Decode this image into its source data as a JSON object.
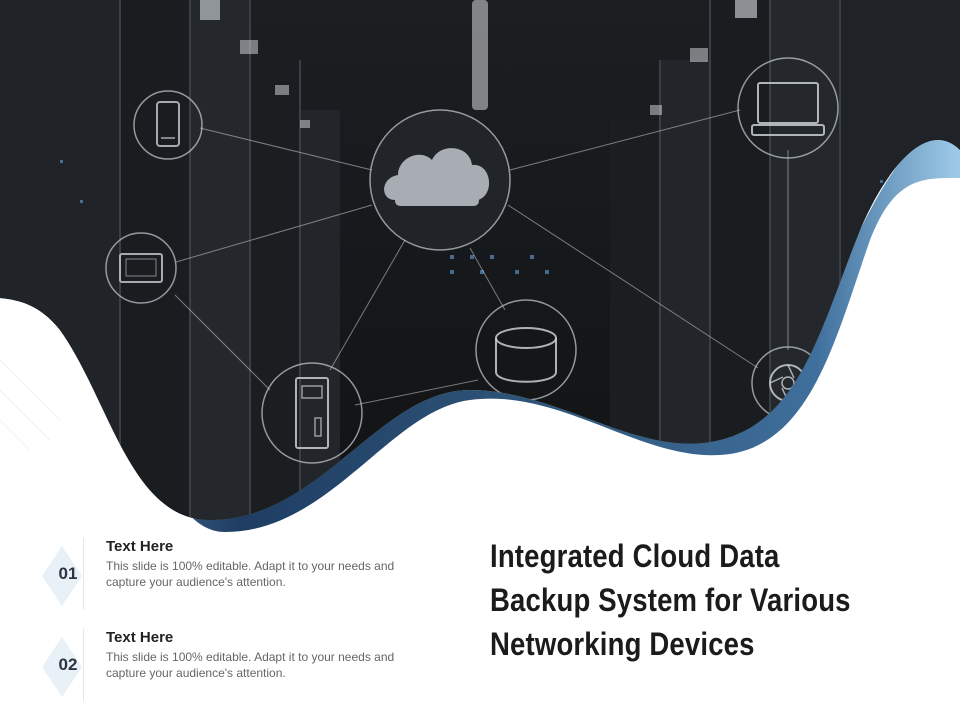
{
  "items": [
    {
      "number": "01",
      "title": "Text Here",
      "body": "This slide is 100% editable. Adapt it to your needs and capture your audience's attention."
    },
    {
      "number": "02",
      "title": "Text Here",
      "body": "This slide is 100% editable. Adapt it to your needs and capture your audience's attention."
    }
  ],
  "main_title": "Integrated Cloud Data Backup System for Various Networking Devices",
  "colors": {
    "wave_light": "#9fcbe8",
    "wave_dark": "#1f3d63",
    "diamond": "#e8f1f8",
    "title_text": "#1b1b1b"
  },
  "hero_icons": [
    "cloud-icon",
    "smartphone-icon",
    "laptop-icon",
    "monitor-icon",
    "database-icon",
    "server-tower-icon",
    "camera-aperture-icon"
  ]
}
